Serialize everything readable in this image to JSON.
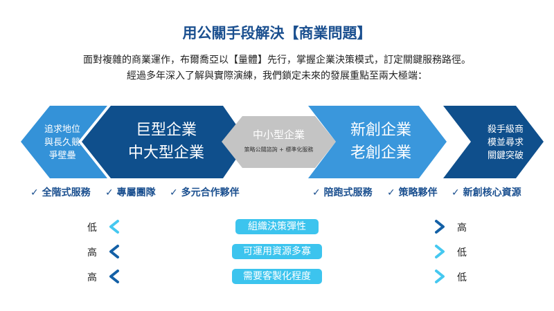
{
  "title": "用公關手段解決【商業問題】",
  "subtitle": [
    "面對複雜的商業運作，布爾喬亞以【量體】先行，掌握企業決策模式，訂定關鍵服務路徑。",
    "經過多年深入了解與實際演練，我們鎖定未來的發展重點至兩大極端："
  ],
  "segments": {
    "left_small": [
      "追求地位",
      "與長久競",
      "爭壁壘"
    ],
    "left_big": [
      "巨型企業",
      "中大型企業"
    ],
    "middle": {
      "title": "中小型企業",
      "note": "策略公關諮詢 + 標準化服務"
    },
    "right_big": [
      "新創企業",
      "老創企業"
    ],
    "right_small": [
      "殺手級商",
      "模並尋求",
      "關鍵突破"
    ]
  },
  "checks_left": [
    "✓ 全階式服務",
    "✓ 專屬團隊",
    "✓ 多元合作夥伴"
  ],
  "checks_right": [
    "✓ 陪跑式服務",
    "✓ 策略夥伴",
    "✓ 新創核心資源"
  ],
  "scales": [
    {
      "label": "組織決策彈性",
      "left": "低",
      "right": "高"
    },
    {
      "label": "可運用資源多寡",
      "left": "高",
      "right": "低"
    },
    {
      "label": "需要客製化程度",
      "left": "高",
      "right": "低"
    }
  ],
  "colors": {
    "light": "#3492d8",
    "dark": "#0f4f8c",
    "gray": "#c4c4c4",
    "pill": "#3cc4ee"
  }
}
